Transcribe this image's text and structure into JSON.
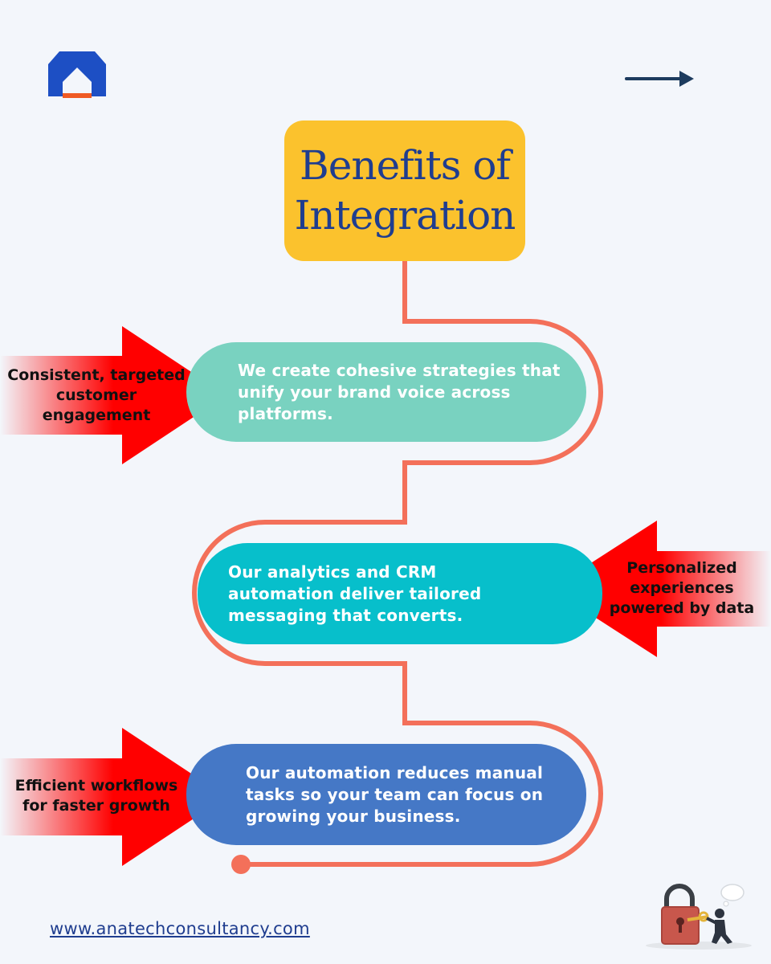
{
  "title": {
    "line1": "Benefits of",
    "line2": "Integration"
  },
  "steps": [
    {
      "description": "We create cohesive strategies that unify your brand voice across platforms.",
      "benefit_lines": [
        "Consistent, targeted",
        "customer",
        "engagement"
      ]
    },
    {
      "description": "Our analytics and CRM automation deliver tailored messaging that converts.",
      "benefit_lines": [
        "Personalized",
        "experiences",
        "powered by data"
      ]
    },
    {
      "description": "Our automation reduces manual tasks so your team can focus on growing your business.",
      "benefit_lines": [
        "Efficient workflows",
        "for faster growth"
      ]
    }
  ],
  "footer": {
    "website": "www.anatechconsultancy.com"
  },
  "icons": {
    "logo": "anatech-logo-icon",
    "next": "arrow-right-icon",
    "illustration": "padlock-key-illustration-icon"
  },
  "colors": {
    "background": "#f3f6fb",
    "title_box": "#fbc22d",
    "title_text": "#1f3d8f",
    "path_line": "#f3705a",
    "step1": "#79d2c0",
    "step2": "#07bfcb",
    "step3": "#4578c6",
    "pointer_arrows": "#ff0000"
  }
}
